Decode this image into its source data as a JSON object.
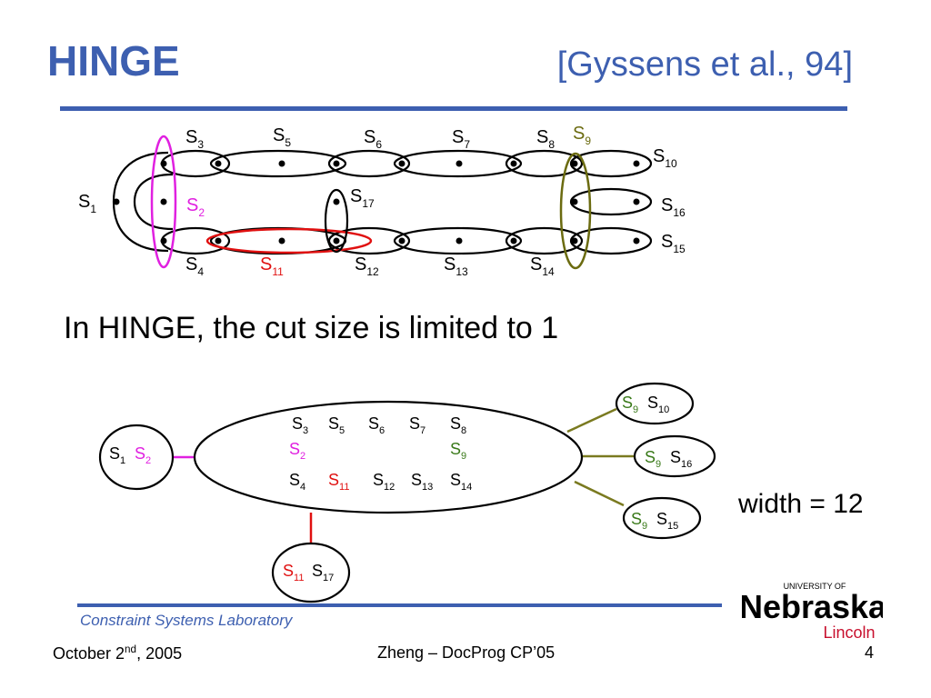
{
  "title": "HINGE",
  "citation": "[Gyssens et al., 94]",
  "statement": "In HINGE, the cut size is limited to 1",
  "width_label": "width = 12",
  "footer": {
    "lab": "Constraint Systems Laboratory",
    "date": "October 2nd, 2005",
    "center": "Zheng – DocProg CP’05",
    "page": "4"
  },
  "logo": {
    "university": "UNIVERSITY OF",
    "name": "Nebraska",
    "campus": "Lincoln"
  },
  "colors": {
    "brand_blue": "#3d5fb0",
    "magenta": "#e020e0",
    "red": "#e01010",
    "olive": "#6b6b10",
    "green": "#3a7a1a",
    "black": "#000000",
    "tree_edge_olive": "#7a7a20",
    "logo_red": "#c8102e"
  },
  "hypergraph": {
    "labels": [
      {
        "base": "S",
        "sub": "1",
        "color": "black"
      },
      {
        "base": "S",
        "sub": "2",
        "color": "magenta"
      },
      {
        "base": "S",
        "sub": "3",
        "color": "black"
      },
      {
        "base": "S",
        "sub": "4",
        "color": "black"
      },
      {
        "base": "S",
        "sub": "5",
        "color": "black"
      },
      {
        "base": "S",
        "sub": "6",
        "color": "black"
      },
      {
        "base": "S",
        "sub": "7",
        "color": "black"
      },
      {
        "base": "S",
        "sub": "8",
        "color": "black"
      },
      {
        "base": "S",
        "sub": "9",
        "color": "olive"
      },
      {
        "base": "S",
        "sub": "10",
        "color": "black"
      },
      {
        "base": "S",
        "sub": "11",
        "color": "red"
      },
      {
        "base": "S",
        "sub": "12",
        "color": "black"
      },
      {
        "base": "S",
        "sub": "13",
        "color": "black"
      },
      {
        "base": "S",
        "sub": "14",
        "color": "black"
      },
      {
        "base": "S",
        "sub": "15",
        "color": "black"
      },
      {
        "base": "S",
        "sub": "16",
        "color": "black"
      },
      {
        "base": "S",
        "sub": "17",
        "color": "black"
      }
    ]
  },
  "tree": {
    "root": {
      "rows": [
        [
          {
            "s": "S",
            "sub": "3",
            "c": "black"
          },
          {
            "s": "S",
            "sub": "5",
            "c": "black"
          },
          {
            "s": "S",
            "sub": "6",
            "c": "black"
          },
          {
            "s": "S",
            "sub": "7",
            "c": "black"
          },
          {
            "s": "S",
            "sub": "8",
            "c": "black"
          }
        ],
        [
          {
            "s": "S",
            "sub": "2",
            "c": "magenta"
          },
          {
            "s": "S",
            "sub": "9",
            "c": "green"
          }
        ],
        [
          {
            "s": "S",
            "sub": "4",
            "c": "black"
          },
          {
            "s": "S",
            "sub": "11",
            "c": "red"
          },
          {
            "s": "S",
            "sub": "12",
            "c": "black"
          },
          {
            "s": "S",
            "sub": "13",
            "c": "black"
          },
          {
            "s": "S",
            "sub": "14",
            "c": "black"
          }
        ]
      ]
    },
    "leaves": [
      {
        "name": "leaf-s1-s2",
        "parts": [
          {
            "s": "S",
            "sub": "1",
            "c": "black"
          },
          {
            "s": "S",
            "sub": "2",
            "c": "magenta"
          }
        ],
        "edge": "magenta"
      },
      {
        "name": "leaf-s11-s17",
        "parts": [
          {
            "s": "S",
            "sub": "11",
            "c": "red"
          },
          {
            "s": "S",
            "sub": "17",
            "c": "black"
          }
        ],
        "edge": "red"
      },
      {
        "name": "leaf-s9-s10",
        "parts": [
          {
            "s": "S",
            "sub": "9",
            "c": "green"
          },
          {
            "s": "S",
            "sub": "10",
            "c": "black"
          }
        ],
        "edge": "tree_edge_olive"
      },
      {
        "name": "leaf-s9-s16",
        "parts": [
          {
            "s": "S",
            "sub": "9",
            "c": "green"
          },
          {
            "s": "S",
            "sub": "16",
            "c": "black"
          }
        ],
        "edge": "tree_edge_olive"
      },
      {
        "name": "leaf-s9-s15",
        "parts": [
          {
            "s": "S",
            "sub": "9",
            "c": "green"
          },
          {
            "s": "S",
            "sub": "15",
            "c": "black"
          }
        ],
        "edge": "tree_edge_olive"
      }
    ]
  }
}
